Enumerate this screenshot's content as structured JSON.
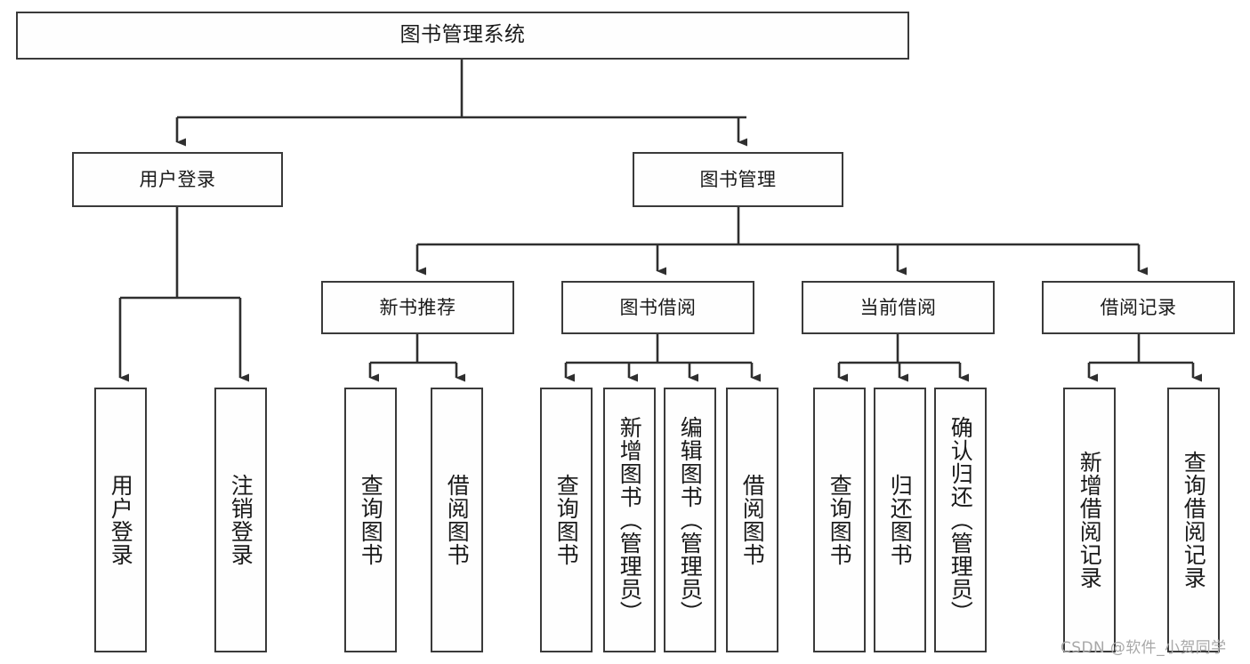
{
  "diagram": {
    "title": "图书管理系统",
    "type": "tree-hierarchy-chart",
    "watermark": "CSDN @软件_小贺同学",
    "nodes": {
      "root": {
        "label": "图书管理系统"
      },
      "level2": [
        {
          "id": "user-login",
          "label": "用户登录"
        },
        {
          "id": "book-manage",
          "label": "图书管理"
        }
      ],
      "level3": [
        {
          "id": "new-book-recommend",
          "label": "新书推荐"
        },
        {
          "id": "book-borrow",
          "label": "图书借阅"
        },
        {
          "id": "current-borrow",
          "label": "当前借阅"
        },
        {
          "id": "borrow-record",
          "label": "借阅记录"
        }
      ],
      "leaves": [
        {
          "id": "leaf-user-login",
          "label": "用户登录"
        },
        {
          "id": "leaf-logout-login",
          "label": "注销登录"
        },
        {
          "id": "leaf-query-book-1",
          "label": "查询图书"
        },
        {
          "id": "leaf-borrow-book-1",
          "label": "借阅图书"
        },
        {
          "id": "leaf-query-book-2",
          "label": "查询图书"
        },
        {
          "id": "leaf-add-book-admin",
          "label": "新增图书（管理员）"
        },
        {
          "id": "leaf-edit-book-admin",
          "label": "编辑图书（管理员）"
        },
        {
          "id": "leaf-borrow-book-2",
          "label": "借阅图书"
        },
        {
          "id": "leaf-query-book-3",
          "label": "查询图书"
        },
        {
          "id": "leaf-return-book",
          "label": "归还图书"
        },
        {
          "id": "leaf-confirm-return-admin",
          "label": "确认归还（管理员）"
        },
        {
          "id": "leaf-add-borrow-record",
          "label": "新增借阅记录"
        },
        {
          "id": "leaf-query-borrow-record",
          "label": "查询借阅记录"
        }
      ]
    },
    "colors": {
      "box_border": "#3a3a3a",
      "box_fill": "#fefefe",
      "edge": "#2f2f2f",
      "text": "#1a1a1a",
      "watermark": "#a8a8a8",
      "background": "#ffffff"
    }
  }
}
